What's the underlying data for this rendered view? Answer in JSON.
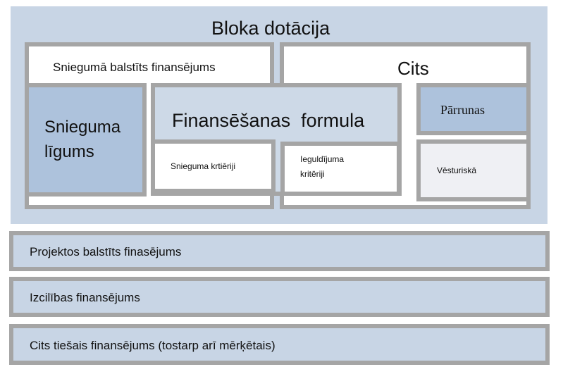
{
  "diagram": {
    "title": "Bloka dotācija",
    "performance_funding": {
      "label": "Sniegumā balstīts finansējums"
    },
    "other": {
      "label": "Cits"
    },
    "performance_contract": {
      "line1": "Snieguma",
      "line2": "līgums"
    },
    "funding_formula": {
      "label": "Finansēšanas  formula",
      "performance_criteria": "Snieguma krtiēriji",
      "investment_criteria_line1": "Ieguldījuma",
      "investment_criteria_line2": "kritēriji"
    },
    "negotiations": {
      "label": "Pārrunas"
    },
    "historical": {
      "label": "Vēsturiskā"
    },
    "bottom_bars": [
      {
        "label": "Projektos balstīts finasējums"
      },
      {
        "label": "Izcilības finansējums"
      },
      {
        "label": "Cits tiešais finansējums (tostarp arī mērķētais)"
      }
    ]
  },
  "colors": {
    "panel": "#c8d5e5",
    "border": "#a5a5a5",
    "contract_fill": "#adc2dc",
    "formula_fill": "#cdd9e7",
    "historical_fill": "#eff0f4"
  }
}
